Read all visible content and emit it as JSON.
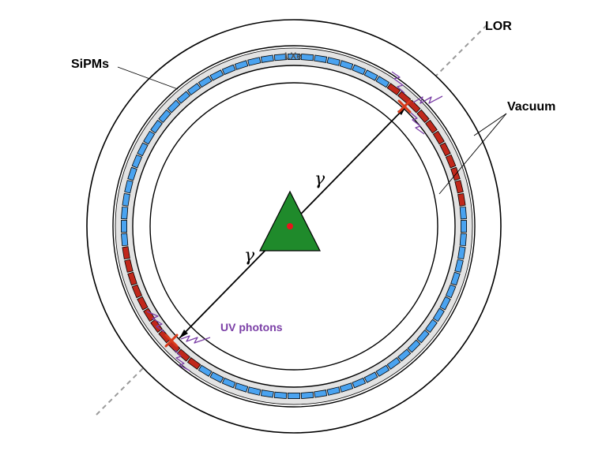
{
  "labels": {
    "lor": "LOR",
    "sipms": "SiPMs",
    "lxe": "LXe",
    "vacuum": "Vacuum",
    "uv_photons": "UV photons",
    "gamma_upper": "γ",
    "gamma_lower": "γ"
  },
  "colors": {
    "sipm_normal": "#4aa3f0",
    "sipm_hit": "#c0281b",
    "lxe_fill": "#e3e3e3",
    "source": "#1f8a2b",
    "source_center": "#e8141c",
    "uv_photon": "#7b3fa6",
    "interaction_cross": "#d93a1a",
    "lor_line": "#9a9a9a"
  },
  "sipm_ring": {
    "count": 80,
    "hit_sectors": [
      "upper-right",
      "lower-left"
    ]
  }
}
